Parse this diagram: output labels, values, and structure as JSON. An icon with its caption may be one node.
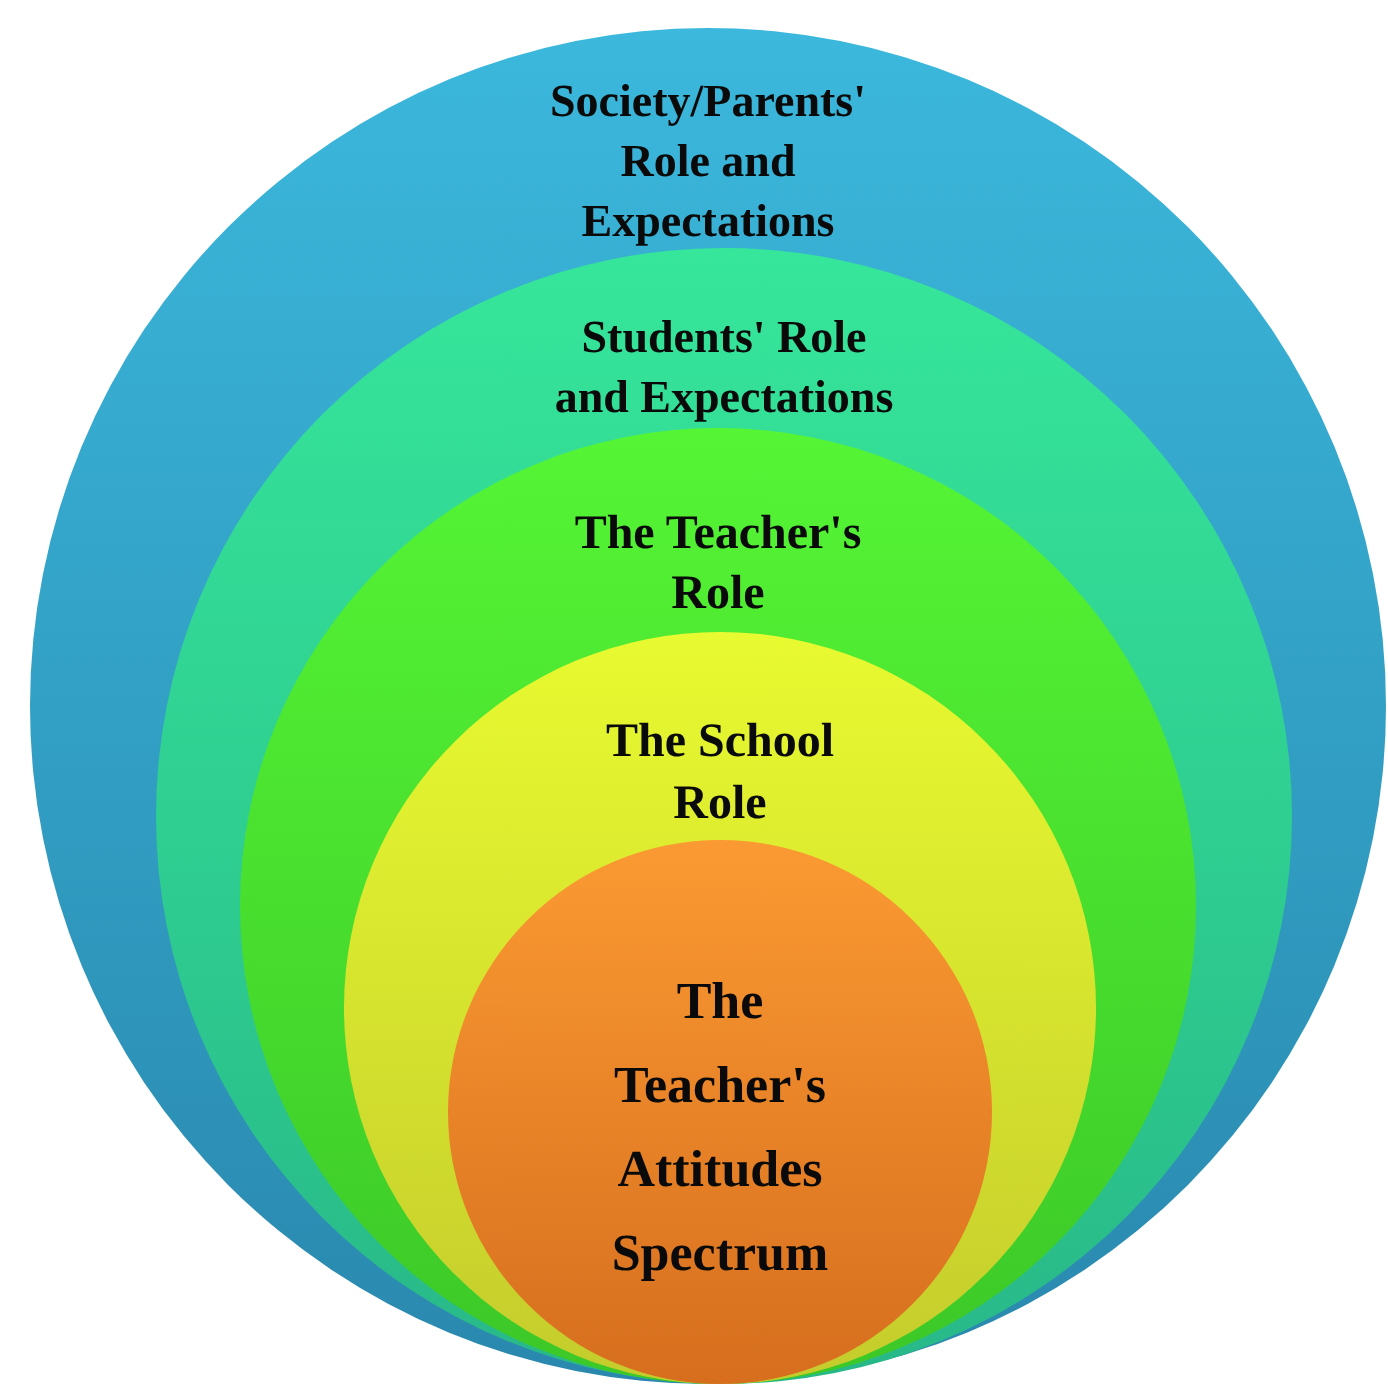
{
  "diagram": {
    "nodes": [
      {
        "text": [
          "Society/Parents' Role and Expectations"
        ]
      },
      {
        "text": [
          "Students' Role and Expectations"
        ],
        "in": 0
      },
      {
        "text": [
          "The Teacher's Role"
        ],
        "in": 1
      },
      {
        "text": [
          "The School Role"
        ],
        "in": 2
      },
      {
        "text": [
          "The Teacher's Attitudes Spectrum"
        ],
        "in": 3
      }
    ]
  }
}
